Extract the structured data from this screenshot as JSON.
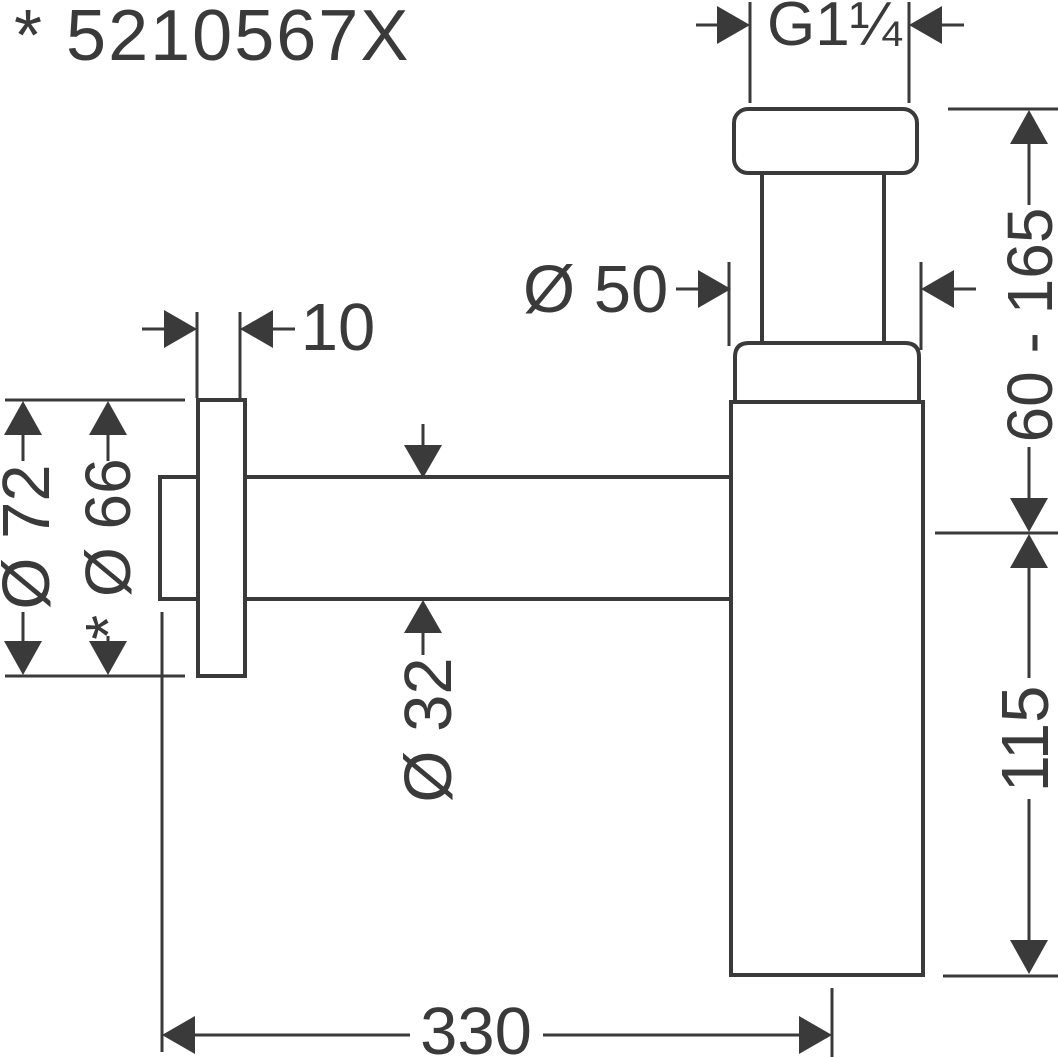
{
  "drawing": {
    "part_number": "* 5210567X",
    "labels": {
      "thread_size": "G1¼",
      "flange_thickness": "10",
      "tailpipe_diameter": "Ø 50",
      "installation_height_range": "60 - 165",
      "cup_height": "115",
      "escutcheon_outer_diameter": "Ø 72",
      "escutcheon_inner_diameter": "* Ø 66",
      "waste_pipe_diameter": "Ø 32",
      "projection_length": "330"
    },
    "colors": {
      "ink": "#3a3a3a",
      "background": "#ffffff"
    }
  }
}
